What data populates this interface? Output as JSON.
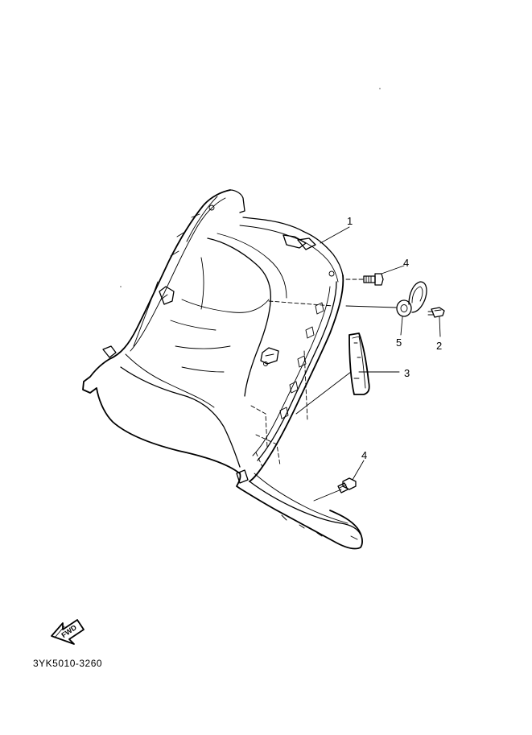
{
  "diagram": {
    "callouts": [
      {
        "id": "callout-1",
        "label": "1"
      },
      {
        "id": "callout-4-top",
        "label": "4"
      },
      {
        "id": "callout-5",
        "label": "5"
      },
      {
        "id": "callout-2",
        "label": "2"
      },
      {
        "id": "callout-3",
        "label": "3"
      },
      {
        "id": "callout-4-bottom",
        "label": "4"
      }
    ],
    "fwd_label": "FWD",
    "drawing_code": "3YK5010-3260"
  }
}
